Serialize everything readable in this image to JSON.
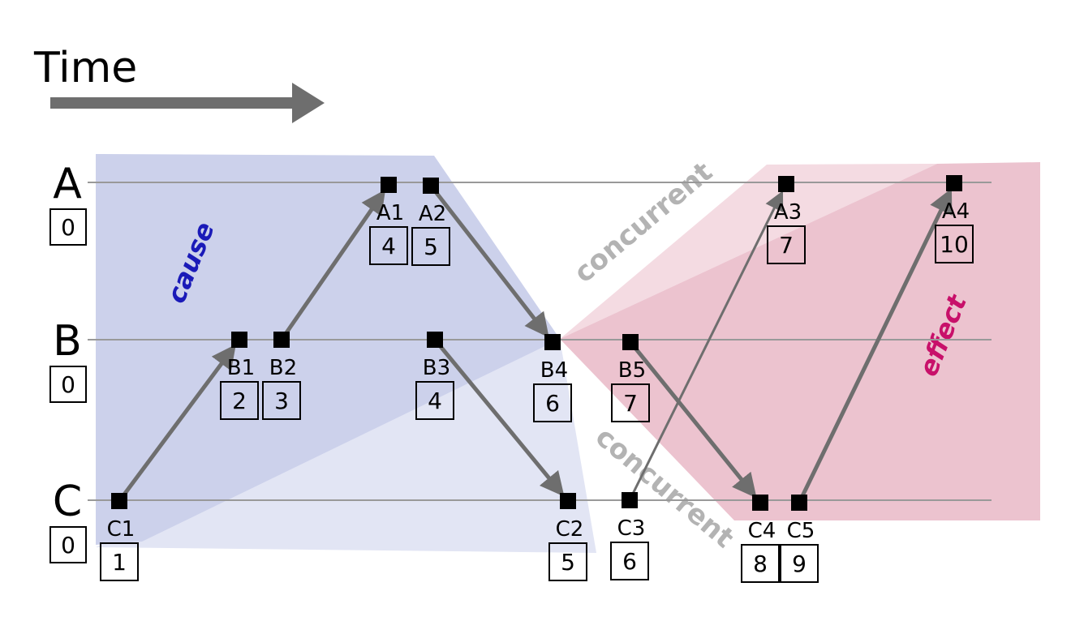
{
  "time_label": "Time",
  "processes": [
    {
      "name": "A",
      "initial": "0"
    },
    {
      "name": "B",
      "initial": "0"
    },
    {
      "name": "C",
      "initial": "0"
    }
  ],
  "events": [
    {
      "id": "A1",
      "process": "A",
      "clock": "4"
    },
    {
      "id": "A2",
      "process": "A",
      "clock": "5"
    },
    {
      "id": "A3",
      "process": "A",
      "clock": "7"
    },
    {
      "id": "A4",
      "process": "A",
      "clock": "10"
    },
    {
      "id": "B1",
      "process": "B",
      "clock": "2"
    },
    {
      "id": "B2",
      "process": "B",
      "clock": "3"
    },
    {
      "id": "B3",
      "process": "B",
      "clock": "4"
    },
    {
      "id": "B4",
      "process": "B",
      "clock": "6"
    },
    {
      "id": "B5",
      "process": "B",
      "clock": "7"
    },
    {
      "id": "C1",
      "process": "C",
      "clock": "1"
    },
    {
      "id": "C2",
      "process": "C",
      "clock": "5"
    },
    {
      "id": "C3",
      "process": "C",
      "clock": "6"
    },
    {
      "id": "C4",
      "process": "C",
      "clock": "8"
    },
    {
      "id": "C5",
      "process": "C",
      "clock": "9"
    }
  ],
  "messages": [
    {
      "from": "C1",
      "to": "B1"
    },
    {
      "from": "B2",
      "to": "A1"
    },
    {
      "from": "A2",
      "to": "B4"
    },
    {
      "from": "B3",
      "to": "C2"
    },
    {
      "from": "B5",
      "to": "C4"
    },
    {
      "from": "C3",
      "to": "A3"
    },
    {
      "from": "C5",
      "to": "A4"
    }
  ],
  "region_labels": {
    "cause": "cause",
    "effect": "effect",
    "concurrent_top": "concurrent",
    "concurrent_bottom": "concurrent"
  },
  "colors": {
    "cause_dark": "#ccd1eb",
    "cause_light": "#e2e5f4",
    "effect_dark": "#ecc3cf",
    "effect_light": "#f4dbe2",
    "cause_text": "#1a1ab8",
    "effect_text": "#c8106a",
    "concurrent_text": "#b3b3b3",
    "arrow": "#6e6e6e"
  }
}
